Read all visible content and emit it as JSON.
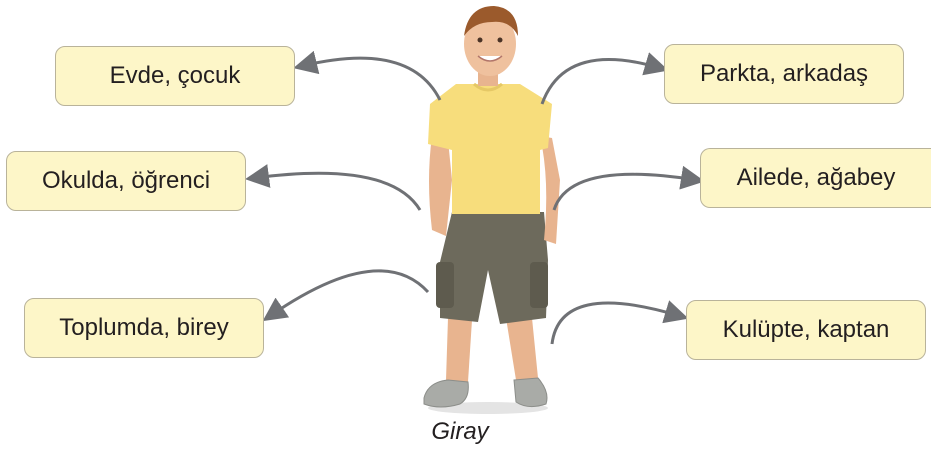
{
  "roles": [
    {
      "id": "home",
      "label": "Evde, çocuk"
    },
    {
      "id": "school",
      "label": "Okulda, öğrenci"
    },
    {
      "id": "society",
      "label": "Toplumda, birey"
    },
    {
      "id": "park",
      "label": "Parkta, arkadaş"
    },
    {
      "id": "family",
      "label": "Ailede, ağabey"
    },
    {
      "id": "club",
      "label": "Kulüpte, kaptan"
    }
  ],
  "person": {
    "name": "Giray"
  },
  "colors": {
    "box_fill": "#fdf6c8",
    "box_border": "#b9b39a",
    "arrow": "#6f7175",
    "shirt": "#f7dd7c",
    "shorts": "#6d6a5c"
  }
}
